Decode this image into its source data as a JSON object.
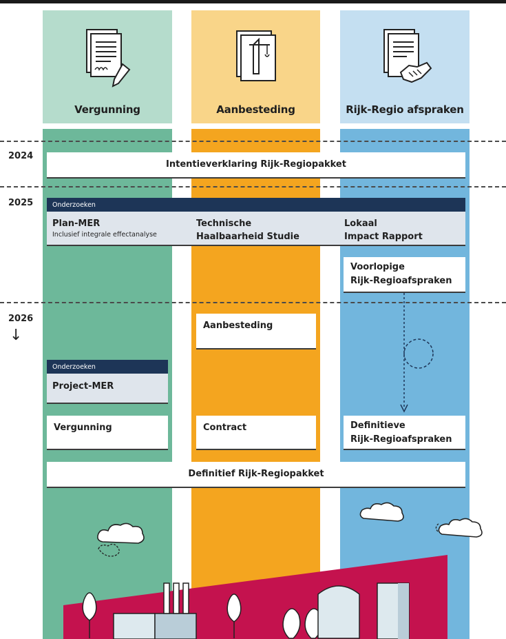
{
  "years": [
    "2024",
    "2025",
    "2026"
  ],
  "timeline_arrow": "↓",
  "columns": [
    {
      "title": "Vergunning",
      "icon": "signed-document-icon",
      "header_color": "#b5dccc",
      "body_color": "#6db89a"
    },
    {
      "title": "Aanbesteding",
      "icon": "construction-crane-blueprint-icon",
      "header_color": "#f9d589",
      "body_color": "#f4a51f"
    },
    {
      "title": "Rijk-Regio afspraken",
      "icon": "handshake-document-icon",
      "header_color": "#c4dff1",
      "body_color": "#72b6dd"
    }
  ],
  "milestones": {
    "intent": "Intentieverklaring Rijk-Regiopakket",
    "final": "Definitief Rijk-Regiopakket"
  },
  "studies_2025": {
    "label": "Onderzoeken",
    "items": [
      {
        "title": "Plan-MER",
        "subtitle": "Inclusief integrale effectanalyse"
      },
      {
        "title": "Technische\nHaalbaarheid Studie"
      },
      {
        "title": "Lokaal\nImpact Rapport"
      }
    ]
  },
  "boxes": {
    "voorlopige": "Voorlopige\nRijk-Regioafspraken",
    "aanbesteding": "Aanbesteding",
    "vergunning": "Vergunning",
    "contract": "Contract",
    "definitieve": "Definitieve\nRijk-Regioafspraken"
  },
  "studies_2026": {
    "label": "Onderzoeken",
    "title": "Project-MER"
  },
  "landscape_colors": {
    "ground": "#c4124e",
    "building": "#dde9ee",
    "building_shade": "#b9cdd8"
  }
}
